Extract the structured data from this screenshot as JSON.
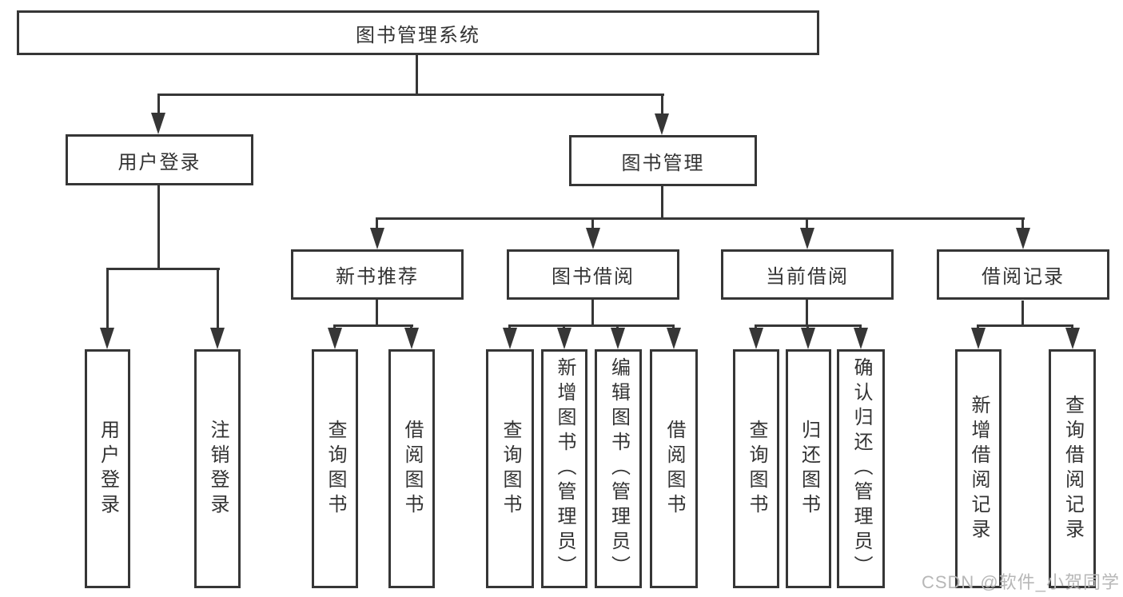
{
  "diagram": {
    "root": "图书管理系统",
    "level2": {
      "user_login": "用户登录",
      "book_mgmt": "图书管理"
    },
    "user_leaves": [
      "用户登录",
      "注销登录"
    ],
    "level3": [
      "新书推荐",
      "图书借阅",
      "当前借阅",
      "借阅记录"
    ],
    "newbook_leaves": [
      "查询图书",
      "借阅图书"
    ],
    "borrow_leaves": [
      "查询图书",
      "新增图书（管理员）",
      "编辑图书（管理员）",
      "借阅图书"
    ],
    "current_leaves": [
      "查询图书",
      "归还图书",
      "确认归还（管理员）"
    ],
    "record_leaves": [
      "新增借阅记录",
      "查询借阅记录"
    ]
  },
  "watermark": "CSDN @软件_小贺同学",
  "colors": {
    "line": "#363636",
    "text": "#333333",
    "background": "#ffffff",
    "watermark": "#b7b7b7"
  }
}
